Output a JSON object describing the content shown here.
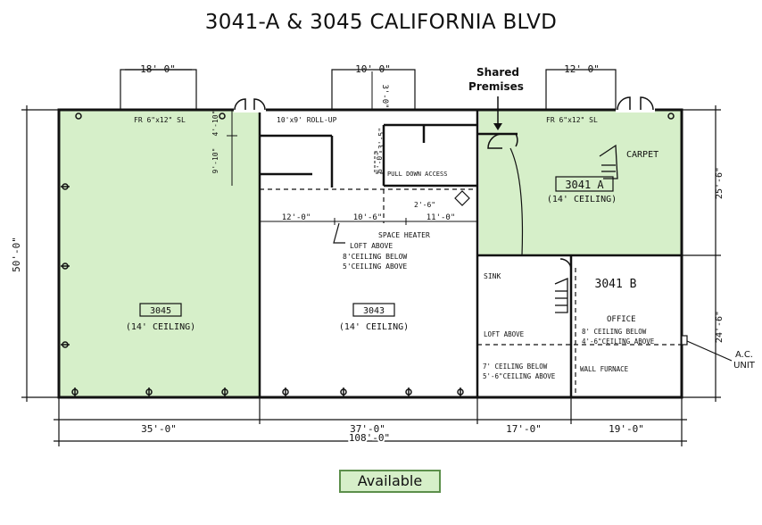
{
  "title": "3041-A & 3045 CALIFORNIA BLVD",
  "legend": {
    "label": "Available",
    "color": "#d6efc9",
    "border": "#5c8f4b"
  },
  "colors": {
    "available": "#d6efc9",
    "walls": "#111111"
  },
  "callouts": {
    "shared_line1": "Shared",
    "shared_line2": "Premises",
    "ac_line1": "A.C.",
    "ac_line2": "UNIT"
  },
  "units": {
    "u3045": {
      "number": "3045",
      "ceiling": "(14' CEILING)",
      "window": "FR 6\"x12\" SL"
    },
    "u3043": {
      "number": "3043",
      "ceiling": "(14' CEILING)",
      "rollup": "10'x9' ROLL-UP"
    },
    "u3041a": {
      "number": "3041 A",
      "ceiling": "(14' CEILING)",
      "floor": "CARPET",
      "window": "FR 6\"x12\" SL"
    },
    "u3041b": {
      "number": "3041 B",
      "office": "OFFICE",
      "sink": "SINK"
    }
  },
  "notes": {
    "pull_down": "PULL DOWN ACCESS",
    "space_heater": "SPACE HEATER",
    "loft_above": "LOFT ABOVE",
    "ceil_8_5a": "8'CEILING BELOW",
    "ceil_8_5b": "5'CEILING ABOVE",
    "loft_above_b": "LOFT ABOVE",
    "ceil_b1": "8' CEILING BELOW",
    "ceil_b2": "4'-6\"CEILING ABOVE",
    "ceil_b3": "7' CEILING BELOW",
    "ceil_b4": "5'-6\"CEILING ABOVE",
    "furnace": "WALL FURNACE"
  },
  "dimensions": {
    "top_3045_door": "18'-0\"",
    "top_3043_door": "10'-0\"",
    "top_3041_door": "12'-0\"",
    "dim_3_0": "3'-0\"",
    "dim_4_10": "4'-10\"",
    "dim_9_10": "9'-10\"",
    "dim_3_5": "3'-5\"",
    "dim_6_0": "6'-0\"",
    "dim_12_0": "12'-0\"",
    "dim_10_6": "10'-6\"",
    "dim_2_6": "2'-6\"",
    "dim_11_0": "11'-0\"",
    "left_height": "50'-0\"",
    "right_upper": "25'-6\"",
    "right_lower": "24'-6\"",
    "bottom_35": "35'-0\"",
    "bottom_37": "37'-0\"",
    "bottom_17": "17'-0\"",
    "bottom_19": "19'-0\"",
    "bottom_total": "108'-0\""
  }
}
